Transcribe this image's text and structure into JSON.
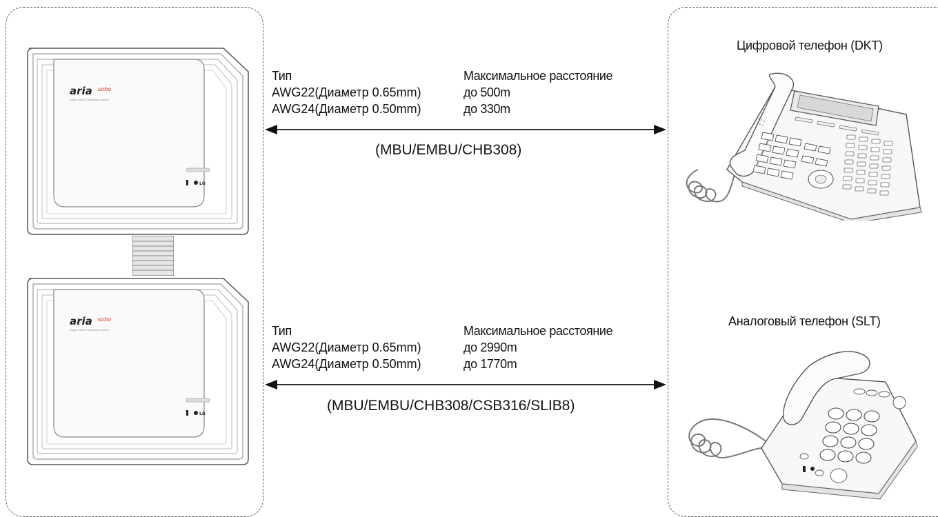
{
  "system": {
    "brand_text": "aria",
    "brand_suffix": "soho",
    "tagline": "Digital Hybrid Telephone System",
    "maker_logo": "LG"
  },
  "links": [
    {
      "col_type": "Тип",
      "col_distance": "Максимальное расстояние",
      "rows": [
        {
          "cable": "AWG22(Диаметр 0.65mm)",
          "distance": "до 500m"
        },
        {
          "cable": "AWG24(Диаметр 0.50mm)",
          "distance": "до 330m"
        }
      ],
      "boards": "(MBU/EMBU/CHB308)"
    },
    {
      "col_type": "Тип",
      "col_distance": "Максимальное расстояние",
      "rows": [
        {
          "cable": "AWG22(Диаметр 0.65mm)",
          "distance": "до 2990m"
        },
        {
          "cable": "AWG24(Диаметр 0.50mm)",
          "distance": "до 1770m"
        }
      ],
      "boards": "(MBU/EMBU/CHB308/CSB316/SLIB8)"
    }
  ],
  "phones": {
    "dkt_title": "Цифровой телефон (DKT)",
    "slt_title": "Аналоговый телефон (SLT)"
  },
  "colors": {
    "line": "#111111",
    "unit_fill": "#ffffff",
    "unit_stroke": "#555555",
    "brand_red": "#e2231a"
  }
}
